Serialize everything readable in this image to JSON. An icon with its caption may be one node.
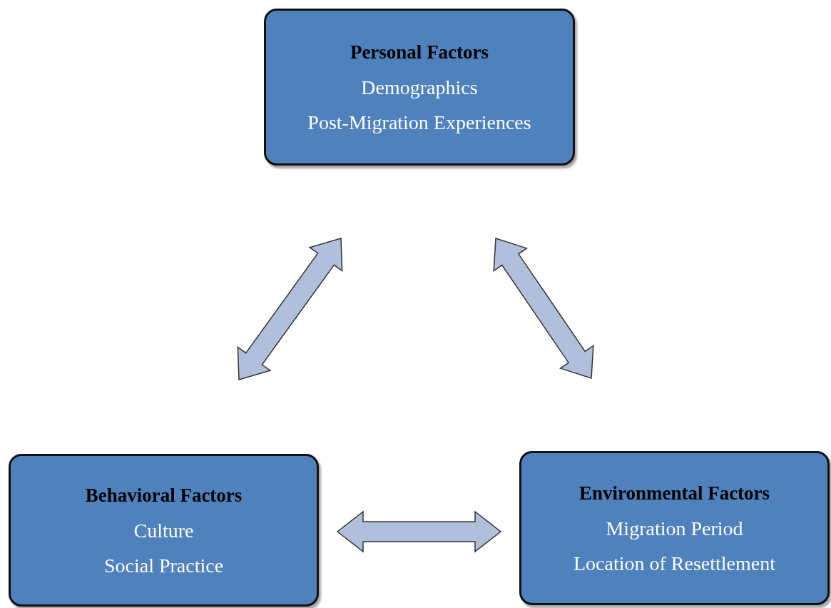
{
  "diagram": {
    "nodes": [
      {
        "text": [
          "Personal Factors",
          "Demographics",
          "Post-Migration Experiences"
        ]
      },
      {
        "text": [
          "Behavioral Factors",
          "Culture",
          "Social Practice"
        ]
      },
      {
        "text": [
          "Environmental Factors",
          "Migration Period",
          "Location of Resettlement"
        ]
      }
    ],
    "edges": [
      {
        "from": 1,
        "to": 0,
        "arrow": "both"
      },
      {
        "from": 0,
        "to": 2,
        "arrow": "both"
      },
      {
        "from": 1,
        "to": 2,
        "arrow": "both"
      }
    ]
  }
}
